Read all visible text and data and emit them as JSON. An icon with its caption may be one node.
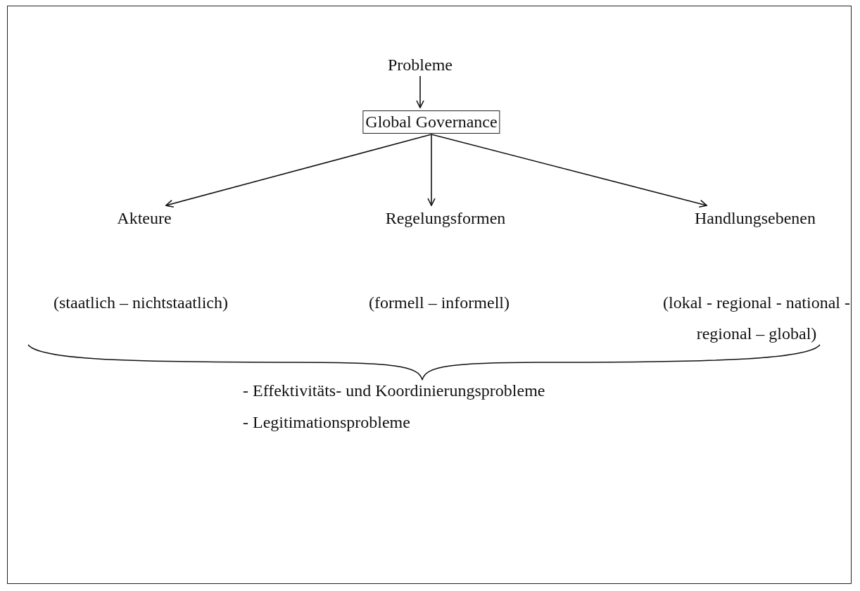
{
  "diagram": {
    "nodes": [
      {
        "text": [
          "Probleme"
        ]
      },
      {
        "text": [
          "Global Governance"
        ]
      },
      {
        "text": [
          "Akteure"
        ]
      },
      {
        "text": [
          "Regelungsformen"
        ]
      },
      {
        "text": [
          "Handlungsebenen"
        ]
      }
    ],
    "edges": [
      {
        "from": 0,
        "to": 1,
        "arrow": "to"
      },
      {
        "from": 1,
        "to": 2,
        "arrow": "to"
      },
      {
        "from": 1,
        "to": 3,
        "arrow": "to"
      },
      {
        "from": 1,
        "to": 4,
        "arrow": "to"
      }
    ],
    "labels": [
      "(staatlich – nichtstaatlich)",
      "(formell – informell)",
      "(lokal - regional - national - regional – global)",
      "- Effektivitäts- und Koordinierungsprobleme",
      "- Legitimationsprobleme"
    ]
  }
}
